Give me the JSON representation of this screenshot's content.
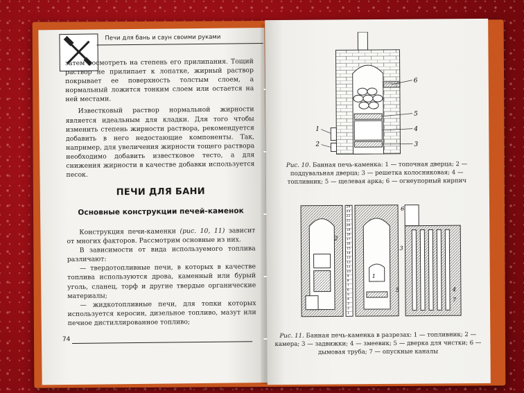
{
  "header": {
    "title": "Печи для бань и саун своими руками"
  },
  "left_page": {
    "paragraphs": [
      "затем посмотреть на степень его прилипания. Тощий раствор не прилипает к лопатке, жирный раствор покрывает ее поверхность толстым слоем, а нормальный ложится тонким слоем или остается на ней местами.",
      "Известковый раствор нормальной жирности является идеальным для кладки. Для того чтобы изменить степень жирности раствора, рекомендуется добавить в него недостающие компоненты. Так, например, для увеличения жирности тощего раствора необходимо добавить известковое тесто, а для снижения жирности в качестве добавки используется песок."
    ],
    "section_title": "ПЕЧИ ДЛЯ БАНИ",
    "subsection_title": "Основные конструкции печей-каменок",
    "para_construction_pre": "Конструкция печи-каменки ",
    "para_construction_ref": "(рис. 10, 11)",
    "para_construction_post": " зависит от многих факторов. Рассмотрим основные из них.",
    "para_fuel_intro": "В зависимости от вида используемого топлива различают:",
    "list_solid": "— твердотопливные печи, в которых в качестве топлива используются дрова, каменный или бурый уголь, сланец, торф и другие твердые органические материалы;",
    "list_liquid": "— жидкотопливные печи, для топки которых используется керосин, дизельное топливо, мазут или печное дистиллированное топливо;",
    "page_number": "74"
  },
  "right_page": {
    "fig10": {
      "label": "Рис. 10.",
      "caption": " Банная печь-каменка: 1 — топочная дверца; 2 — поддувальная дверца; 3 — решетка колосниковая; 4 — топливник; 5 — щелевая арка; 6 — огнеупорный кирпич",
      "callouts": [
        "1",
        "2",
        "3",
        "4",
        "5",
        "6"
      ]
    },
    "fig11": {
      "label": "Рис. 11.",
      "caption": " Банная печь-каменка в разрезах: 1 — топливник; 2 — камера; 3 — задвижки; 4 — змеевик; 5 — дверка для чистки; 6 — дымовая труба; 7 — опускные каналы",
      "callouts": [
        "1",
        "2",
        "3",
        "4",
        "5",
        "6",
        "7"
      ],
      "scale_marks": [
        "1",
        "2",
        "3",
        "4",
        "5",
        "6",
        "7",
        "8",
        "9",
        "10",
        "11",
        "12",
        "13",
        "14",
        "15",
        "16",
        "17",
        "18",
        "19",
        "20",
        "21",
        "22",
        "23",
        "24"
      ]
    }
  },
  "colors": {
    "tablecloth": "#a0121a",
    "book_cover": "#c8561e",
    "paper": "#f3f2ee",
    "ink": "#222222"
  }
}
